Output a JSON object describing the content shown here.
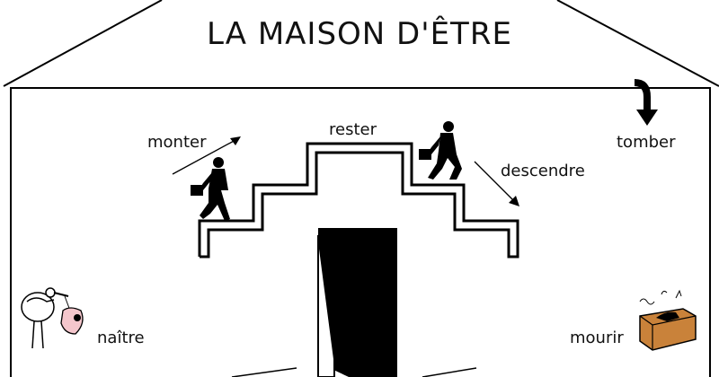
{
  "title": "LA MAISON D'ÊTRE",
  "verbs": {
    "monter": "monter",
    "rester": "rester",
    "descendre": "descendre",
    "tomber": "tomber",
    "naitre": "naître",
    "mourir": "mourir"
  },
  "icons": [
    "stork-with-baby-icon",
    "coffin-icon",
    "climbing-man-icon",
    "descending-man-icon",
    "falling-arrow-icon"
  ]
}
